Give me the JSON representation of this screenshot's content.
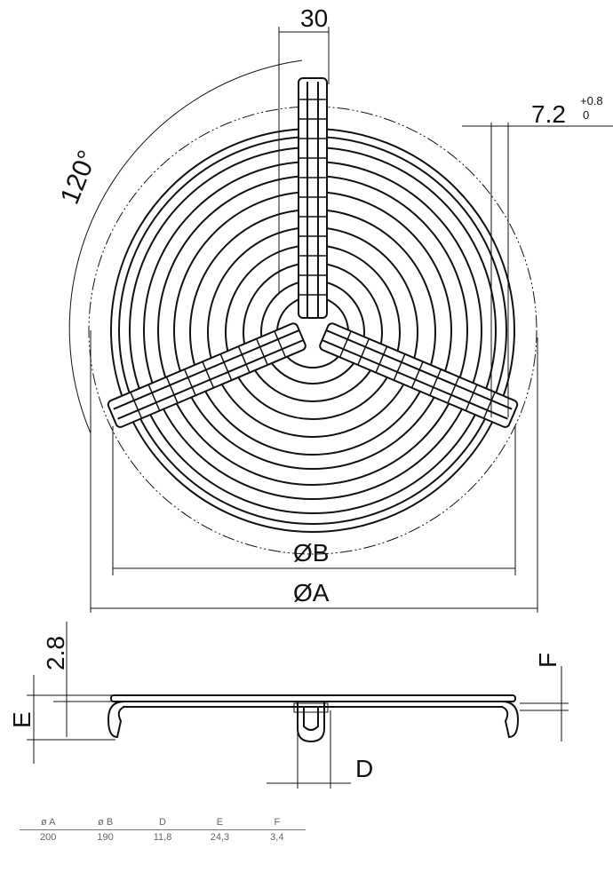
{
  "drawing": {
    "dim_arm_width": "30",
    "dim_angle": "120°",
    "dim_slot": "7.2",
    "dim_slot_tol_upper": "+0.8",
    "dim_slot_tol_lower": "0",
    "dim_diameter_b": "ØB",
    "dim_diameter_a": "ØA",
    "dim_thickness": "2.8",
    "dim_e": "E",
    "dim_f": "F",
    "dim_d": "D"
  },
  "table": {
    "headers": [
      "ø A",
      "ø B",
      "D",
      "E",
      "F"
    ],
    "values": [
      "200",
      "190",
      "11,8",
      "24,3",
      "3,4"
    ]
  }
}
